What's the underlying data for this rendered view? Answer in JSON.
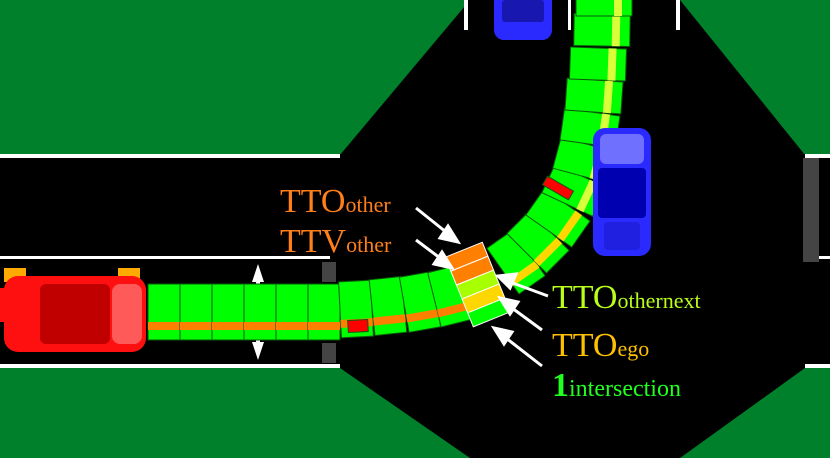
{
  "colors": {
    "grass": "#00802a",
    "road": "#000000",
    "lane_line": "#ffffff",
    "cell_free": "#00ff00",
    "cell_orange": "#ff7f00",
    "cell_red": "#ff0000",
    "cell_lime": "#a8ff00",
    "cell_yellow": "#ffd700",
    "ego_car": "#ff1010",
    "other_car": "#2a2aff",
    "label_orange": "#ff7f1a",
    "label_lime": "#b8ff1a",
    "label_yellow": "#ffc000",
    "label_green": "#20ff20"
  },
  "icons": [
    "ego-car-red",
    "other-car-blue-top",
    "other-car-blue-right",
    "annotation-arrow"
  ],
  "labels": {
    "tto_other": {
      "main": "TTO",
      "sub": "other"
    },
    "ttv_other": {
      "main": "TTV",
      "sub": "other"
    },
    "tto_other_next": {
      "main": "TTO",
      "sub": "othernext"
    },
    "tto_ego": {
      "main": "TTO",
      "sub": "ego"
    },
    "intersection": {
      "main": "1",
      "sub": "intersection"
    }
  }
}
